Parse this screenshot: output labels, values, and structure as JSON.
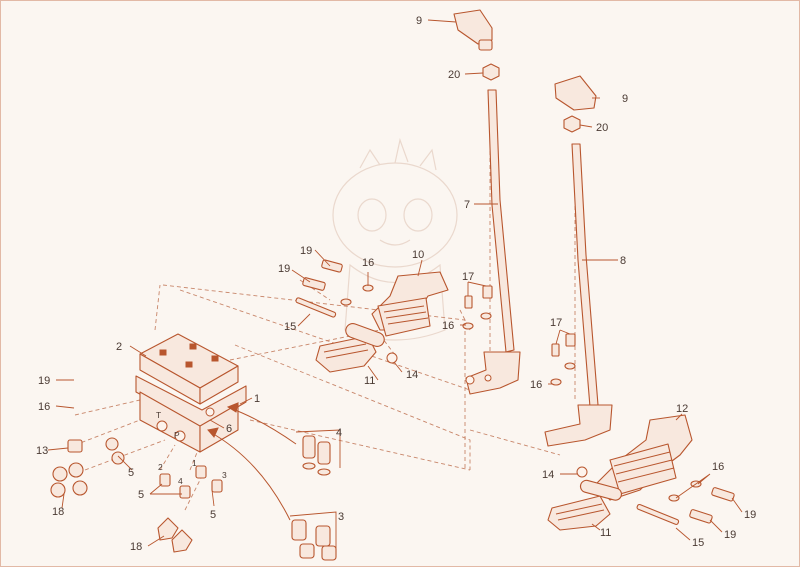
{
  "diagram": {
    "callouts": {
      "c1": "1",
      "c2": "2",
      "c3": "3",
      "c4": "4",
      "c6": "6",
      "c7": "7",
      "c8": "8",
      "c10": "10",
      "c12": "12",
      "c9a": "9",
      "c9b": "9",
      "c20a": "20",
      "c20b": "20",
      "c19a": "19",
      "c19b": "19",
      "c19c": "19",
      "c19d": "19",
      "c19e": "19",
      "c16a": "16",
      "c16b": "16",
      "c16c": "16",
      "c16d": "16",
      "c16e": "16",
      "c17a": "17",
      "c17b": "17",
      "c15a": "15",
      "c15b": "15",
      "c11a": "11",
      "c11b": "11",
      "c14a": "14",
      "c14b": "14",
      "c13": "13",
      "c18a": "18",
      "c18b": "18",
      "c5a": "5",
      "c5b": "5",
      "c5c": "5"
    },
    "port_labels": {
      "t": "T",
      "p": "P",
      "p2": "2",
      "p4": "4",
      "p1": "1",
      "p3": "3"
    },
    "colors": {
      "stroke": "#b8562e",
      "fill": "#f8e8de",
      "text": "#4a3a33",
      "background": "#fbf6f1"
    }
  }
}
